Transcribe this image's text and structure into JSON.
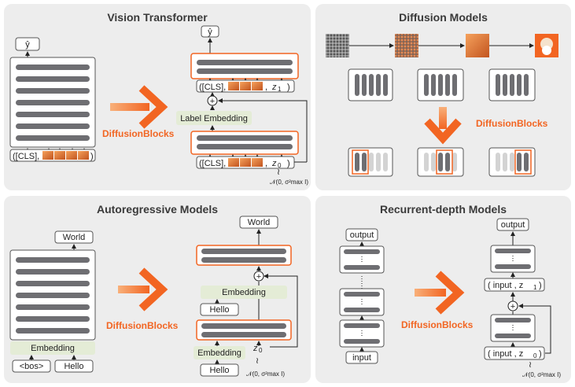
{
  "panels": {
    "vit": {
      "title": "Vision Transformer",
      "y_hat": "ŷ",
      "cls_token": "([CLS],",
      "cls_token_close": ")",
      "method": "DiffusionBlocks",
      "label_embedding": "Label Embedding",
      "z1": "z",
      "z1_sub": "1",
      "z0": "z",
      "z0_sub": "0",
      "noise": "𝒩(0, σ²max I)"
    },
    "diffusion": {
      "title": "Diffusion Models",
      "method": "DiffusionBlocks"
    },
    "autoregressive": {
      "title": "Autoregressive Models",
      "output": "World",
      "embedding": "Embedding",
      "bos": "<bos>",
      "input": "Hello",
      "method": "DiffusionBlocks",
      "z0": "z",
      "z0_sub": "0",
      "noise": "𝒩(0, σ²max I)"
    },
    "recurrent": {
      "title": "Recurrent-depth Models",
      "output": "output",
      "input": "input",
      "method": "DiffusionBlocks",
      "input_z1": "( input  , z",
      "input_z0": "( input  , z",
      "sub1": "1",
      "sub0": "0",
      "close": ")",
      "noise": "𝒩(0, σ²max I)"
    }
  },
  "colors": {
    "accent": "#f26522",
    "bar": "#6e6e72",
    "panel_bg": "#ededed",
    "embed_bg": "#e4ecd6"
  }
}
